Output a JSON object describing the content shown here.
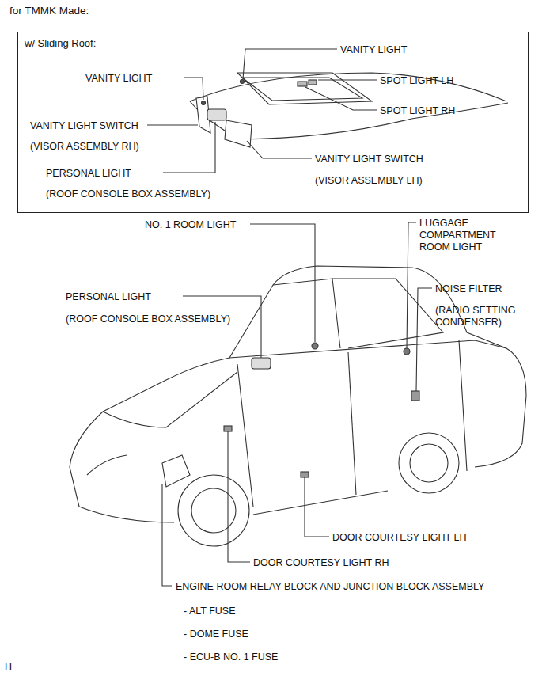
{
  "diagram": {
    "title": "for TMMK Made:",
    "nodes": [
      {
        "text": [
          "w/ Sliding Roof:"
        ]
      }
    ],
    "labels": [
      "VANITY LIGHT",
      "VANITY LIGHT",
      "SPOT LIGHT LH",
      "SPOT LIGHT RH",
      "VANITY LIGHT SWITCH",
      "(VISOR ASSEMBLY RH)",
      "PERSONAL LIGHT",
      "(ROOF CONSOLE BOX ASSEMBLY)",
      "VANITY LIGHT SWITCH",
      "(VISOR ASSEMBLY LH)",
      "NO. 1 ROOM LIGHT",
      "LUGGAGE COMPARTMENT ROOM LIGHT",
      "NOISE FILTER",
      "(RADIO SETTING CONDENSER)",
      "PERSONAL LIGHT",
      "(ROOF CONSOLE BOX ASSEMBLY)",
      "DOOR COURTESY LIGHT LH",
      "DOOR COURTESY LIGHT RH",
      "ENGINE ROOM RELAY BLOCK AND JUNCTION BLOCK ASSEMBLY",
      "- ALT FUSE",
      "- DOME FUSE",
      "- ECU-B NO. 1 FUSE",
      "H"
    ]
  }
}
